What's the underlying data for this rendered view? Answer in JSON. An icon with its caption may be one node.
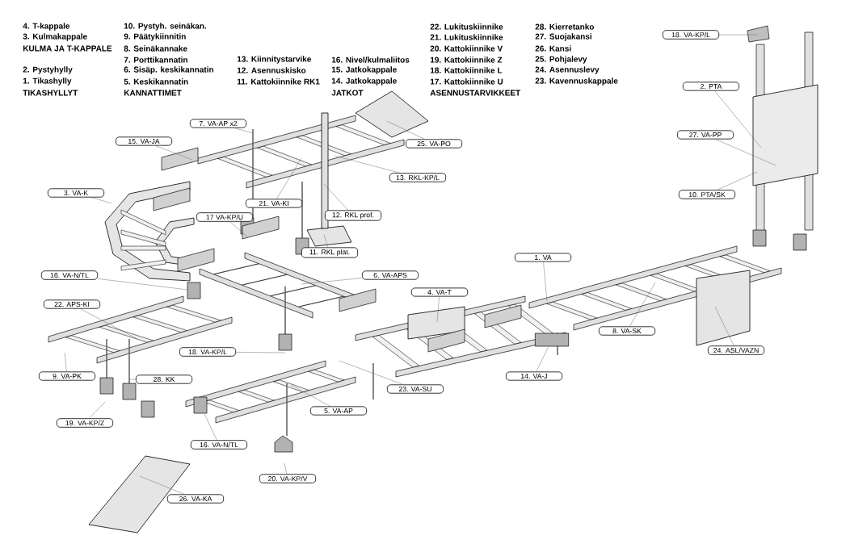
{
  "diagram": {
    "nodes": [
      {
        "text": [
          "18. VA-KP/L"
        ]
      },
      {
        "text": [
          "2. PTA"
        ]
      },
      {
        "text": [
          "7. VA-AP x2"
        ]
      },
      {
        "text": [
          "27. VA-PP"
        ]
      },
      {
        "text": [
          "15. VA-JA"
        ]
      },
      {
        "text": [
          "25. VA-PO"
        ]
      },
      {
        "text": [
          "13. RKL-KP/L"
        ]
      },
      {
        "text": [
          "3. VA-K"
        ]
      },
      {
        "text": [
          "10. PTA/SK"
        ]
      },
      {
        "text": [
          "21. VA-KI"
        ]
      },
      {
        "text": [
          "12. RKL prof."
        ]
      },
      {
        "text": [
          "17 VA-KP/U"
        ]
      },
      {
        "text": [
          "11. RKL plat."
        ]
      },
      {
        "text": [
          "1. VA"
        ]
      },
      {
        "text": [
          "16. VA-N/TL"
        ]
      },
      {
        "text": [
          "6. VA-APS"
        ]
      },
      {
        "text": [
          "4. VA-T"
        ]
      },
      {
        "text": [
          "22. APS-KI"
        ]
      },
      {
        "text": [
          "8. VA-SK"
        ]
      },
      {
        "text": [
          "24. ASL/VAZN"
        ]
      },
      {
        "text": [
          "18. VA-KP/L"
        ]
      },
      {
        "text": [
          "9. VA-PK"
        ]
      },
      {
        "text": [
          "14. VA-J"
        ]
      },
      {
        "text": [
          "28. KK"
        ]
      },
      {
        "text": [
          "23. VA-SU"
        ]
      },
      {
        "text": [
          "5. VA-AP"
        ]
      },
      {
        "text": [
          "19. VA-KP/Z"
        ]
      },
      {
        "text": [
          "16. VA-N/TL"
        ]
      },
      {
        "text": [
          "20. VA-KP/V"
        ]
      },
      {
        "text": [
          "26. VA-KA"
        ]
      },
      {
        "text": [],
        "shape": "box"
      },
      {
        "text": [],
        "shape": "box"
      },
      {
        "text": [],
        "shape": "box"
      }
    ],
    "edges": [
      {
        "from": 0,
        "to": null,
        "arrow": "none"
      },
      {
        "from": 1,
        "to": null,
        "arrow": "none"
      },
      {
        "from": 2,
        "to": null,
        "arrow": "none"
      },
      {
        "from": 3,
        "to": null,
        "arrow": "none"
      },
      {
        "from": 4,
        "to": null,
        "arrow": "none"
      },
      {
        "from": 5,
        "to": null,
        "arrow": "none"
      },
      {
        "from": 6,
        "to": null,
        "arrow": "none"
      },
      {
        "from": 7,
        "to": null,
        "arrow": "none"
      },
      {
        "from": 8,
        "to": null,
        "arrow": "none"
      },
      {
        "from": 9,
        "to": null,
        "arrow": "none"
      },
      {
        "from": 10,
        "to": null,
        "arrow": "none"
      },
      {
        "from": 11,
        "to": null,
        "arrow": "none"
      },
      {
        "from": 12,
        "to": null,
        "arrow": "none"
      },
      {
        "from": 13,
        "to": null,
        "arrow": "none"
      },
      {
        "from": 14,
        "to": 30,
        "arrow": "none"
      },
      {
        "from": 15,
        "to": null,
        "arrow": "none"
      },
      {
        "from": 16,
        "to": null,
        "arrow": "none"
      },
      {
        "from": 17,
        "to": null,
        "arrow": "none"
      },
      {
        "from": 18,
        "to": null,
        "arrow": "none"
      },
      {
        "from": 19,
        "to": null,
        "arrow": "none"
      },
      {
        "from": 20,
        "to": null,
        "arrow": "none"
      },
      {
        "from": 21,
        "to": null,
        "arrow": "none"
      },
      {
        "from": 22,
        "to": 31,
        "arrow": "none"
      },
      {
        "from": 23,
        "to": null,
        "arrow": "none"
      },
      {
        "from": 24,
        "to": null,
        "arrow": "none"
      },
      {
        "from": 25,
        "to": null,
        "arrow": "none"
      },
      {
        "from": 26,
        "to": null,
        "arrow": "none"
      },
      {
        "from": 27,
        "to": 32,
        "arrow": "none"
      },
      {
        "from": 28,
        "to": null,
        "arrow": "none"
      },
      {
        "from": 29,
        "to": null,
        "arrow": "none"
      }
    ],
    "labels": [
      "TIKASHYLLYT",
      "1. Tikashylly",
      "2. Pystyhylly",
      "KULMA JA T-KAPPALE",
      "3. Kulmakappale",
      "4. T-kappale",
      "KANNATTIMET",
      "5. Keskikannatin",
      "6. Sisäp. keskikannatin",
      "7. Porttikannatin",
      "8. Seinäkannake",
      "9. Päätykiinnitin",
      "10. Pystyh. seinäkan.",
      "11. Kattokiinnike RK1",
      "12. Asennuskisko",
      "13. Kiinnitystarvike",
      "JATKOT",
      "14. Jatkokappale",
      "15. Jatkokappale",
      "16. Nivel/kulmaliitos",
      "ASENNUSTARVIKKEET",
      "17. Kattokiinnike U",
      "18. Kattokiinnike L",
      "19. Kattokiinnike Z",
      "20. Kattokiinnike V",
      "21. Lukituskiinnike",
      "22. Lukituskiinnike",
      "23. Kavennuskappale",
      "24. Asennuslevy",
      "25. Pohjalevy",
      "26. Kansi",
      "27. Suojakansi",
      "28. Kierretanko"
    ]
  }
}
